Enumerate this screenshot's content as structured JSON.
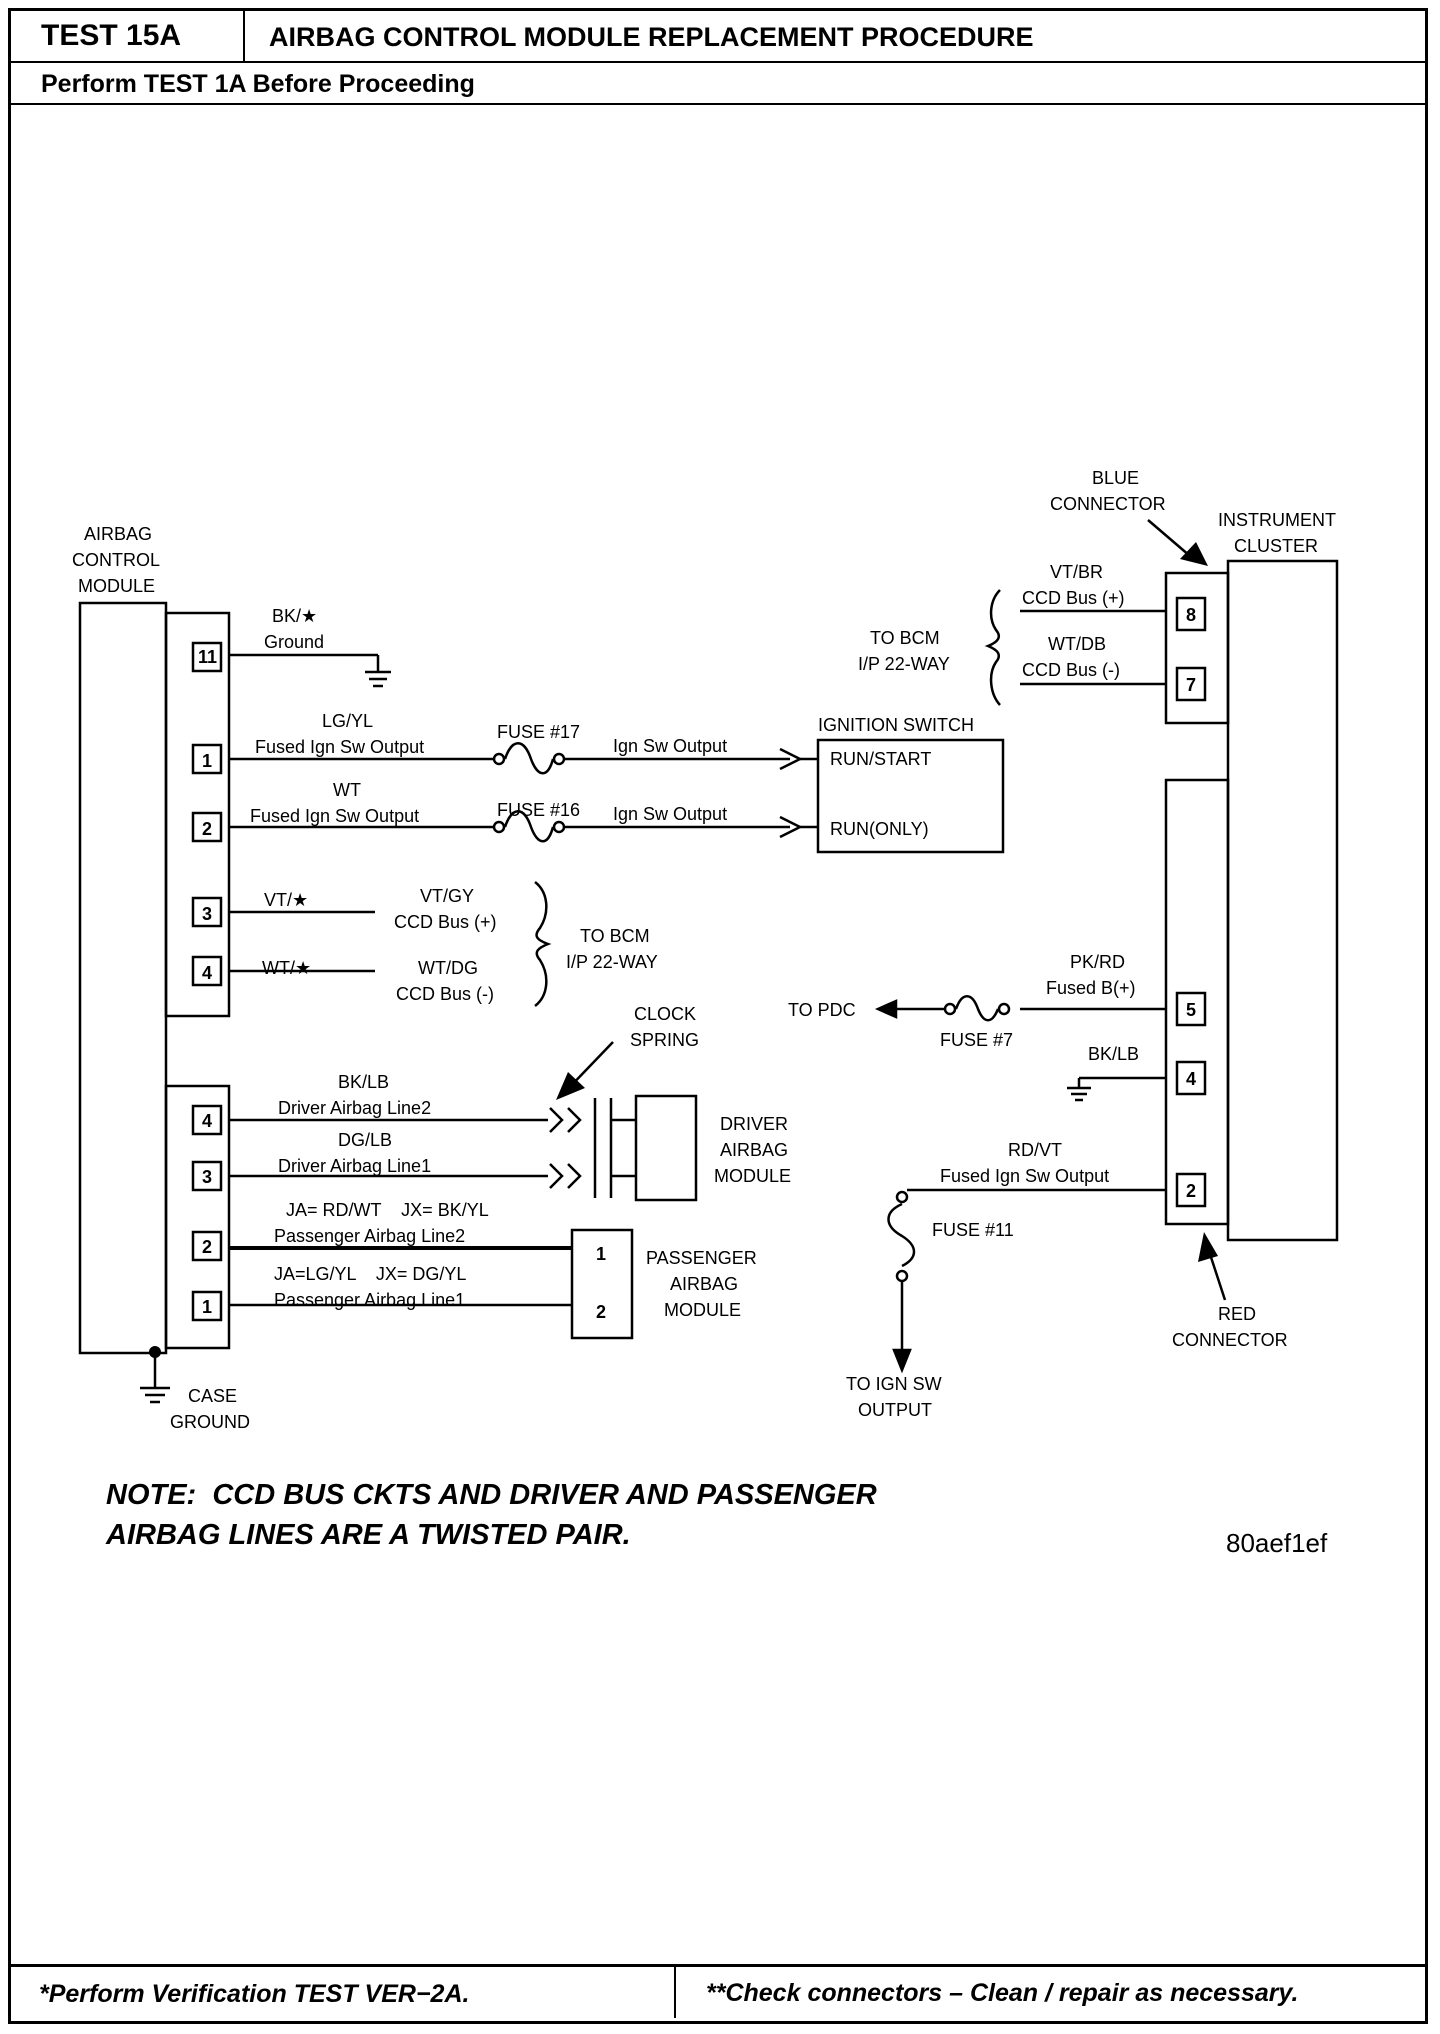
{
  "header": {
    "test_id": "TEST 15A",
    "title": "AIRBAG CONTROL MODULE REPLACEMENT PROCEDURE",
    "subtitle": "Perform TEST 1A Before Proceeding"
  },
  "footer": {
    "left": "*Perform Verification TEST VER−2A.",
    "right": "**Check connectors – Clean / repair as necessary."
  },
  "diagram": {
    "acm_label": [
      "AIRBAG",
      "CONTROL",
      "MODULE"
    ],
    "case_ground": [
      "CASE",
      "GROUND"
    ],
    "pins_upper": [
      "11",
      "1",
      "2",
      "3",
      "4"
    ],
    "pins_lower": [
      "4",
      "3",
      "2",
      "1"
    ],
    "ground_wire": {
      "color": "BK/★",
      "desc": "Ground"
    },
    "lgyl_wire": {
      "color": "LG/YL",
      "desc": "Fused Ign Sw Output"
    },
    "wt_wire": {
      "color": "WT",
      "desc": "Fused Ign Sw Output"
    },
    "fuse17": "FUSE #17",
    "fuse16": "FUSE #16",
    "ign_sw_out_1": "Ign Sw Output",
    "ign_sw_out_2": "Ign Sw Output",
    "ignition_switch": {
      "label": "IGNITION SWITCH",
      "run_start": "RUN/START",
      "run_only": "RUN(ONLY)"
    },
    "vt_wire": {
      "left": "VT/★",
      "color": "VT/GY",
      "desc": "CCD Bus (+)"
    },
    "wt_dg_wire": {
      "left": "WT/★",
      "color": "WT/DG",
      "desc": "CCD Bus (-)"
    },
    "to_bcm_lower": [
      "TO BCM",
      "I/P 22-WAY"
    ],
    "clock_spring": [
      "CLOCK",
      "SPRING"
    ],
    "driver_line2": {
      "color": "BK/LB",
      "desc": "Driver Airbag Line2"
    },
    "driver_line1": {
      "color": "DG/LB",
      "desc": "Driver Airbag Line1"
    },
    "driver_module": [
      "DRIVER",
      "AIRBAG",
      "MODULE"
    ],
    "pass_line2": {
      "color": "JA= RD/WT    JX= BK/YL",
      "desc": "Passenger Airbag Line2"
    },
    "pass_line1": {
      "color": "JA=LG/YL    JX= DG/YL",
      "desc": "Passenger Airbag Line1"
    },
    "pass_module_pins": [
      "1",
      "2"
    ],
    "pass_module": [
      "PASSENGER",
      "AIRBAG",
      "MODULE"
    ],
    "blue_connector": [
      "BLUE",
      "CONNECTOR"
    ],
    "instrument_cluster": [
      "INSTRUMENT",
      "CLUSTER"
    ],
    "to_bcm_upper": [
      "TO BCM",
      "I/P 22-WAY"
    ],
    "vt_br_wire": {
      "color": "VT/BR",
      "desc": "CCD Bus (+)"
    },
    "wt_db_wire": {
      "color": "WT/DB",
      "desc": "CCD Bus (-)"
    },
    "cluster_pins_blue": [
      "8",
      "7"
    ],
    "cluster_pins_red": [
      "5",
      "4",
      "2"
    ],
    "pk_rd_wire": {
      "color": "PK/RD",
      "desc": "Fused B(+)"
    },
    "to_pdc": "TO PDC",
    "fuse7": "FUSE #7",
    "bk_lb_ground": "BK/LB",
    "rd_vt_wire": {
      "color": "RD/VT",
      "desc": "Fused Ign Sw Output"
    },
    "fuse11": "FUSE #11",
    "red_connector": [
      "RED",
      "CONNECTOR"
    ],
    "to_ign_sw_output": [
      "TO IGN SW",
      "OUTPUT"
    ],
    "note": [
      "NOTE:  CCD BUS CKTS AND DRIVER AND PASSENGER",
      "AIRBAG LINES ARE A TWISTED PAIR."
    ],
    "figure_code": "80aef1ef"
  }
}
